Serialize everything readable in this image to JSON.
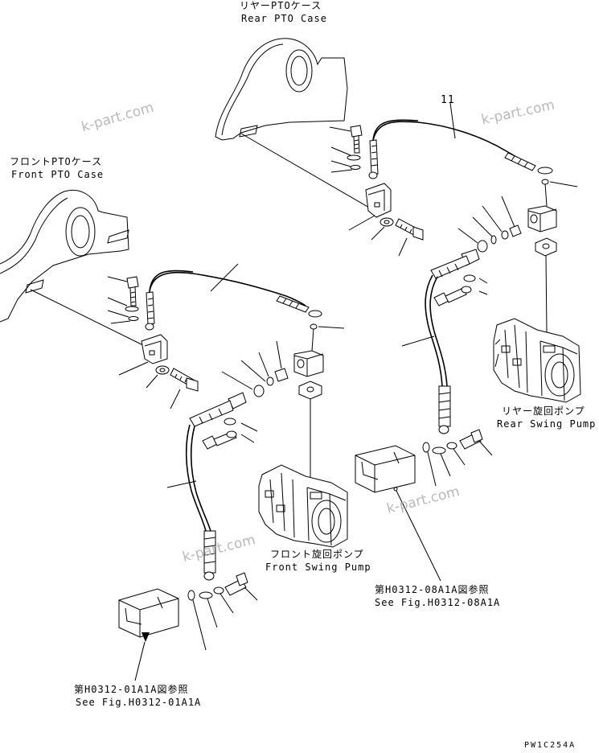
{
  "labels": {
    "rear_pto_jp": "リヤーPTOケース",
    "rear_pto_en": "Rear PTO Case",
    "front_pto_jp": "フロントPTOケース",
    "front_pto_en": "Front PTO Case",
    "rear_pump_jp": "リヤー旋回ポンプ",
    "rear_pump_en": "Rear Swing Pump",
    "front_pump_jp": "フロント旋回ポンプ",
    "front_pump_en": "Front Swing Pump",
    "ref1_jp": "第H0312-08A1A図参照",
    "ref1_en": "See Fig.H0312-08A1A",
    "ref2_jp": "第H0312-01A1A図参照",
    "ref2_en": "See Fig.H0312-01A1A",
    "part_11": "11",
    "figure_code": "PW1C254A"
  },
  "watermark": "k-part.com"
}
